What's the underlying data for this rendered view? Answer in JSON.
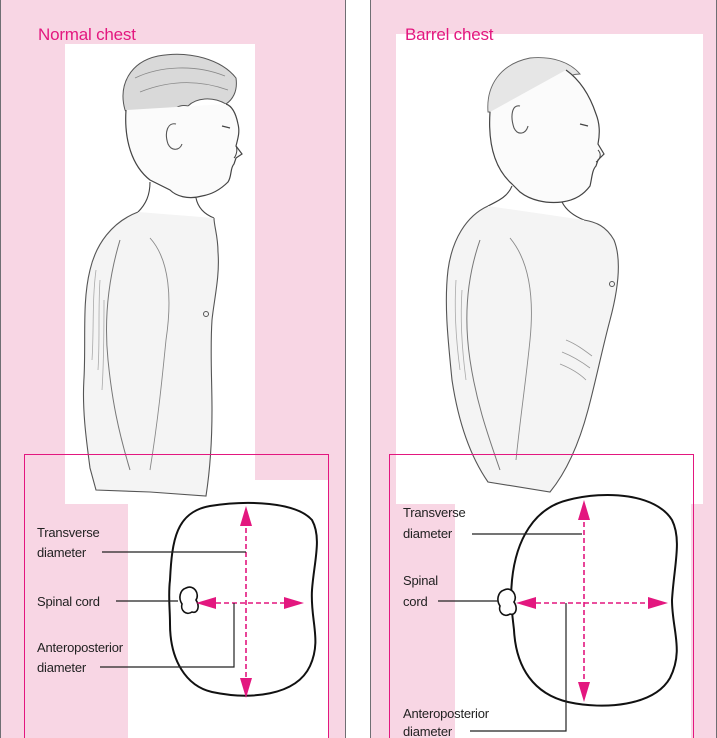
{
  "panels": {
    "left": {
      "title": "Normal chest",
      "labels": {
        "transverse_1": "Transverse",
        "transverse_2": "diameter",
        "spinal_1": "Spinal cord",
        "ap_1": "Anteroposterior",
        "ap_2": "diameter"
      }
    },
    "right": {
      "title": "Barrel chest",
      "labels": {
        "transverse_1": "Transverse",
        "transverse_2": "diameter",
        "spinal_1": "Spinal",
        "spinal_2": "cord",
        "ap_1": "Anteroposterior",
        "ap_2": "diameter"
      }
    }
  },
  "colors": {
    "panel_bg": "#f8d6e4",
    "accent": "#e3177f",
    "frame": "#6f6f73",
    "outline": "#111111"
  }
}
